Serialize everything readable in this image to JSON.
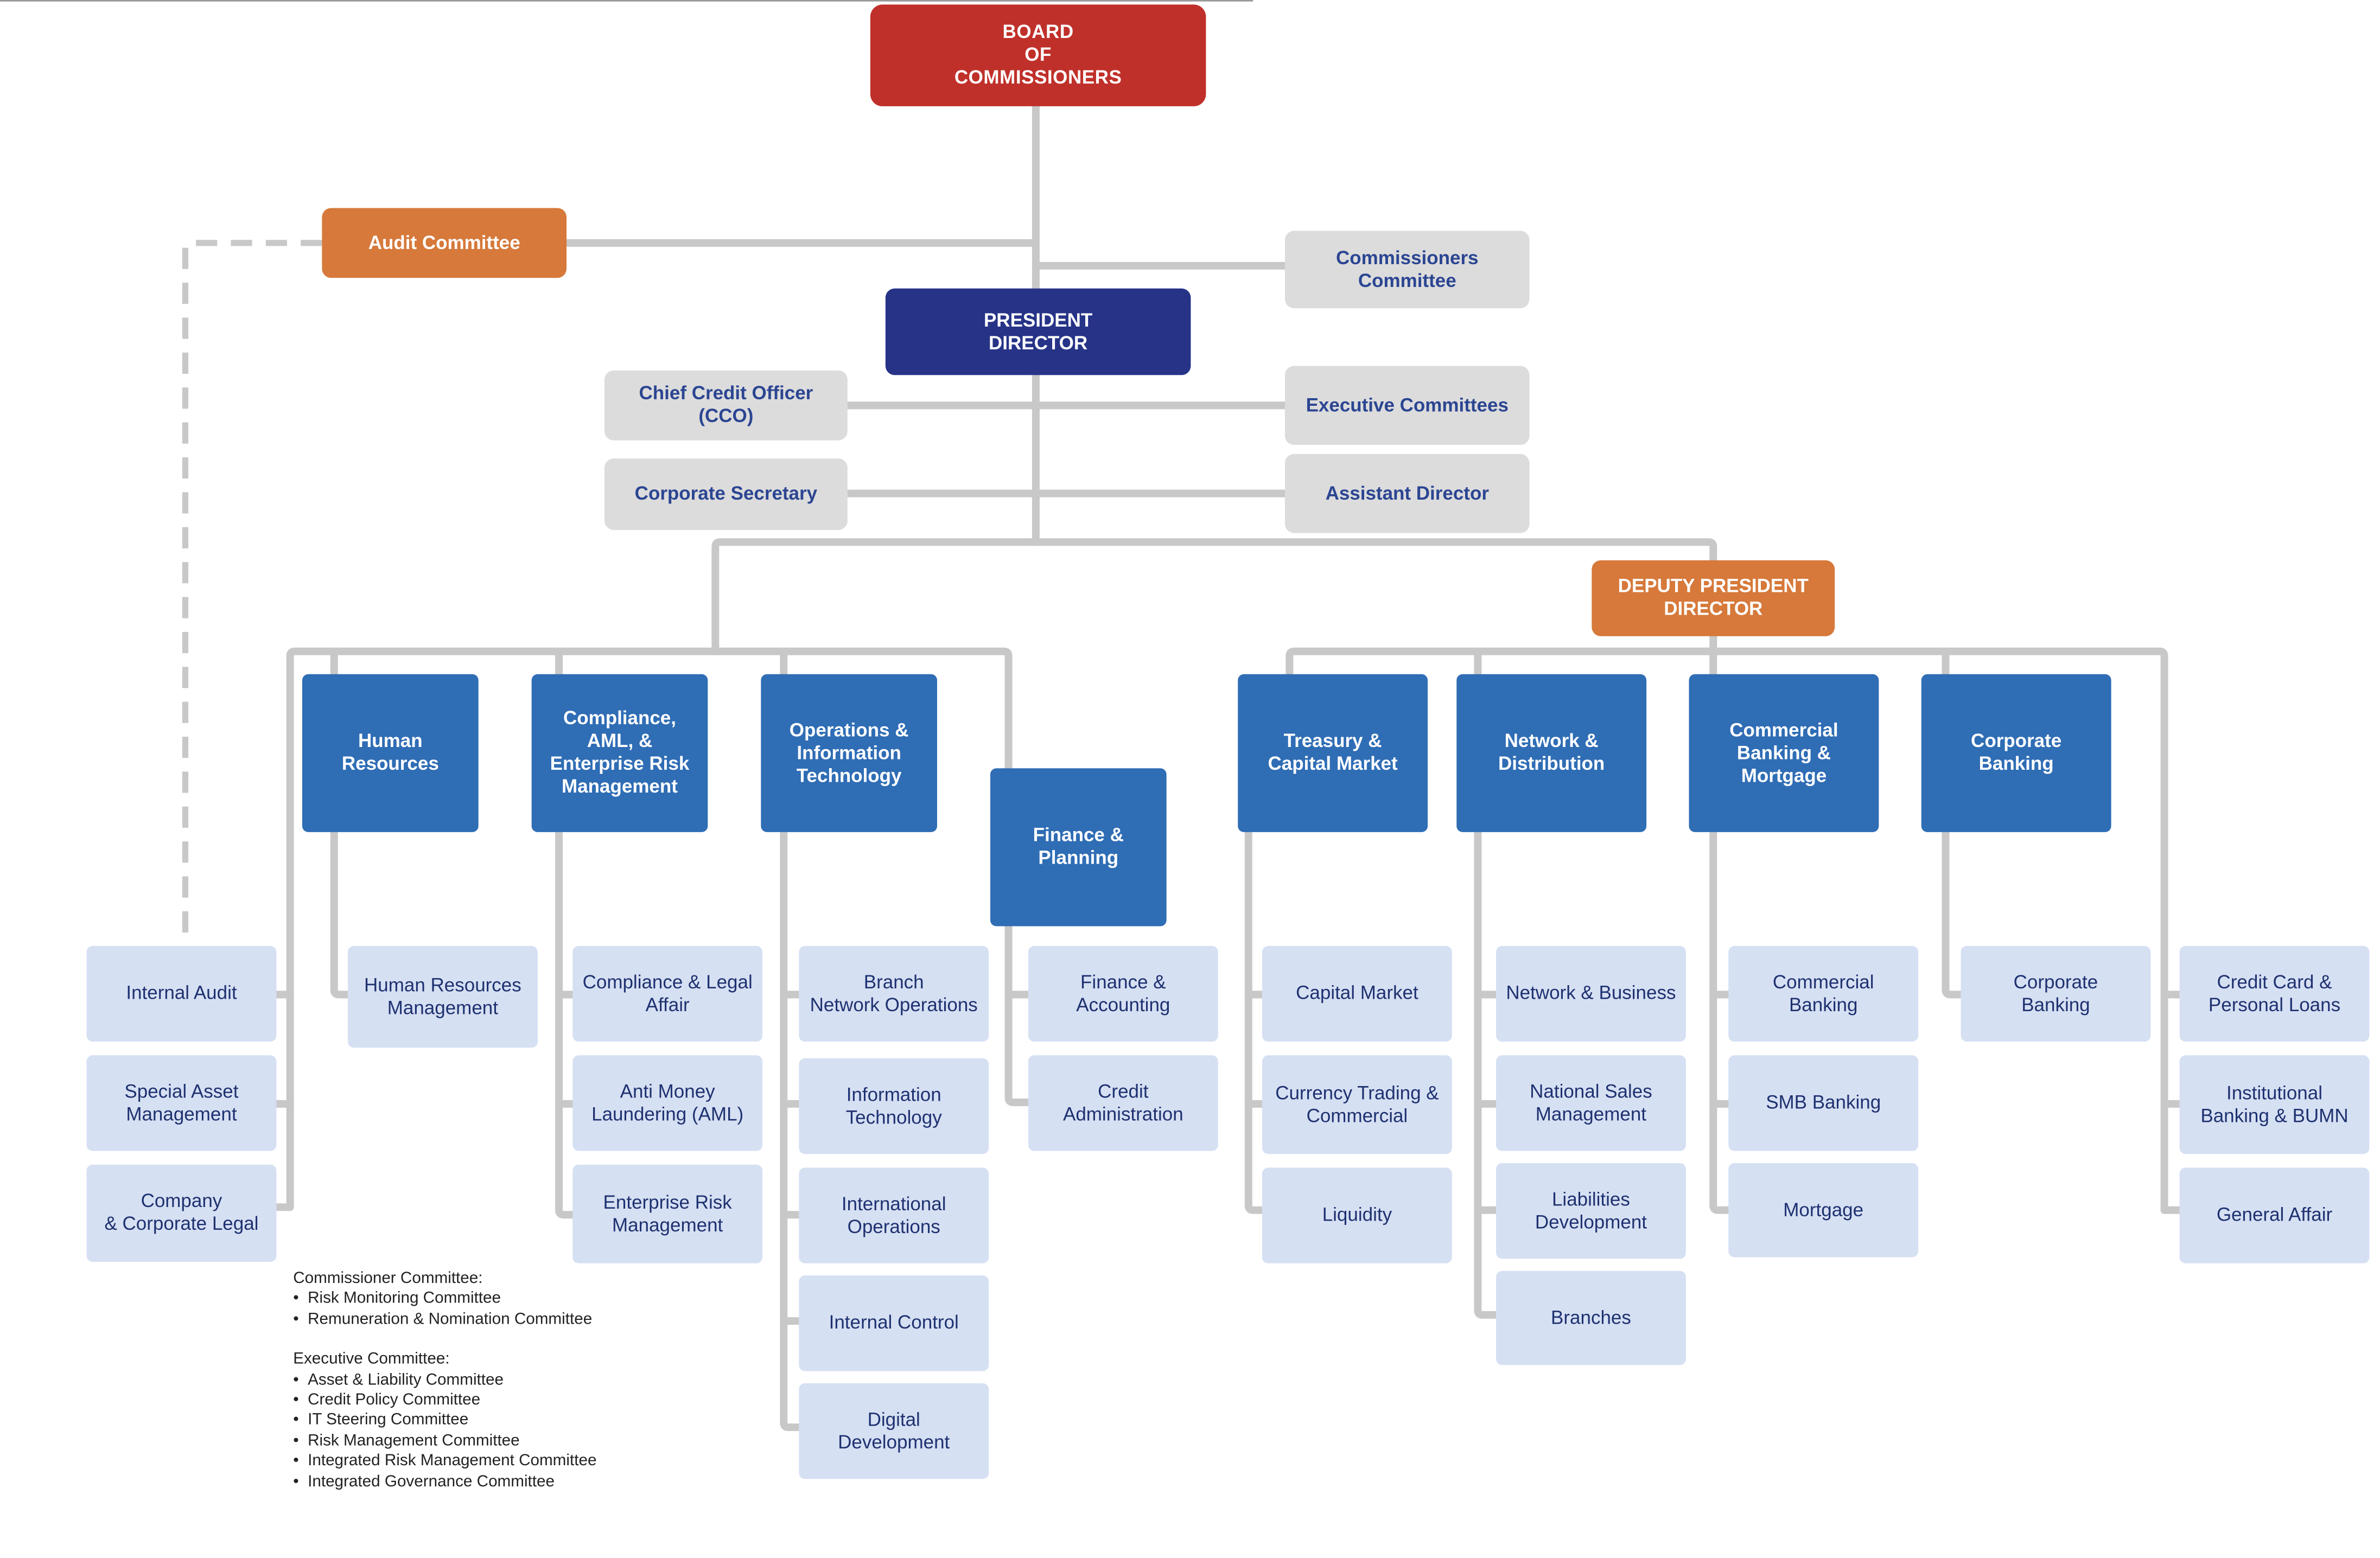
{
  "top": {
    "board": "BOARD\nOF\nCOMMISSIONERS",
    "audit_committee": "Audit Committee",
    "commissioners_committee": "Commissioners\nCommittee",
    "president_director": "PRESIDENT\nDIRECTOR",
    "cco": "Chief Credit Officer\n(CCO)",
    "executive_committees": "Executive Committees",
    "corporate_secretary": "Corporate Secretary",
    "assistant_director": "Assistant Director",
    "deputy_president_director": "DEPUTY PRESIDENT\nDIRECTOR"
  },
  "directorates": {
    "human_resources": "Human\nResources",
    "compliance": "Compliance,\nAML, &\nEnterprise Risk\nManagement",
    "operations_it": "Operations &\nInformation\nTechnology",
    "finance_planning": "Finance &\nPlanning",
    "treasury": "Treasury &\nCapital Market",
    "network_distribution": "Network &\nDistribution",
    "commercial_banking_mortgage": "Commercial\nBanking &\nMortgage",
    "corporate_banking": "Corporate\nBanking"
  },
  "units": {
    "internal_audit": "Internal Audit",
    "special_asset": "Special Asset\nManagement",
    "company_legal": "Company\n& Corporate Legal",
    "hr_management": "Human Resources\nManagement",
    "compliance_legal": "Compliance & Legal\nAffair",
    "aml": "Anti Money\nLaundering (AML)",
    "erm": "Enterprise Risk\nManagement",
    "branch_network_ops": "Branch\nNetwork Operations",
    "information_technology": "Information\nTechnology",
    "international_ops": "International\nOperations",
    "internal_control": "Internal Control",
    "digital_development": "Digital\nDevelopment",
    "finance_accounting": "Finance &\nAccounting",
    "credit_admin": "Credit\nAdministration",
    "capital_market": "Capital Market",
    "currency_trading": "Currency Trading &\nCommercial",
    "liquidity": "Liquidity",
    "network_business": "Network & Business",
    "national_sales": "National Sales\nManagement",
    "liabilities_dev": "Liabilities\nDevelopment",
    "branches": "Branches",
    "commercial_banking": "Commercial\nBanking",
    "smb_banking": "SMB Banking",
    "mortgage": "Mortgage",
    "corporate_banking_unit": "Corporate\nBanking",
    "credit_card": "Credit Card &\nPersonal Loans",
    "institutional_banking": "Institutional\nBanking & BUMN",
    "general_affair": "General Affair"
  },
  "notes": {
    "commissioner_title": "Commissioner Committee:",
    "commissioner_items": [
      "Risk Monitoring Committee",
      "Remuneration & Nomination Committee"
    ],
    "executive_title": "Executive Committee:",
    "executive_items": [
      "Asset & Liability Committee",
      "Credit Policy Committee",
      "IT Steering Committee",
      "Risk Management Committee",
      "Integrated Risk Management Committee",
      "Integrated Governance Committee"
    ]
  },
  "colors": {
    "board": "#c0302a",
    "president": "#263387",
    "accent_orange": "#d6793a",
    "staff_grey": "#dcdcdc",
    "directorate_blue": "#2f6db5",
    "unit_light_blue": "#d6e0f3",
    "connector": "#c8c8c8"
  }
}
